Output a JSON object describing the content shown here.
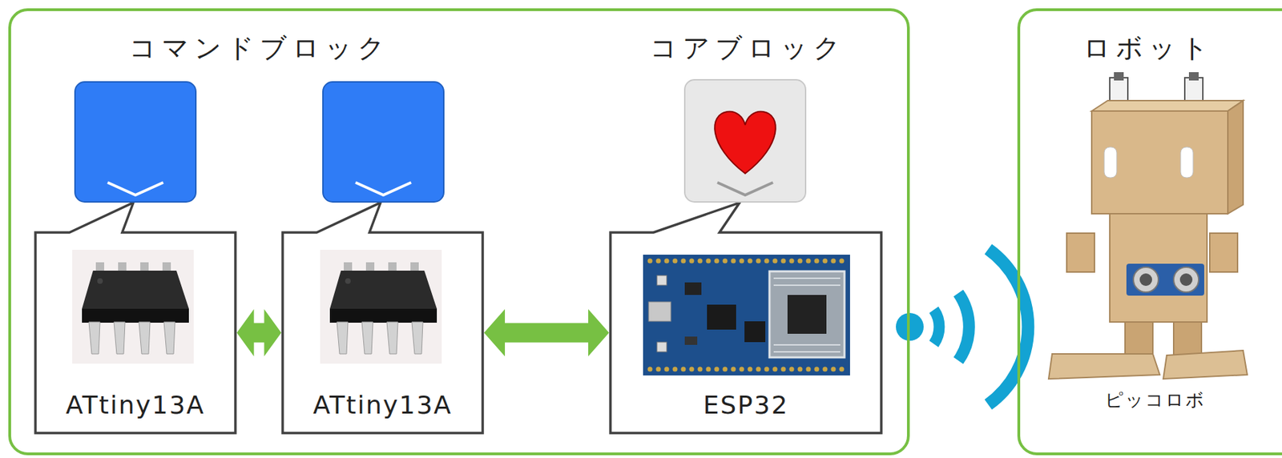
{
  "diagram": {
    "nodes": [
      {
        "text": [
          "コマンドブロック",
          "コアブロック"
        ]
      },
      {
        "text": [
          "ATtiny13A"
        ],
        "in": 0
      },
      {
        "text": [
          "ATtiny13A"
        ],
        "in": 0
      },
      {
        "text": [
          "ESP32"
        ],
        "in": 0
      },
      {
        "text": [
          "ロボット",
          "ピッコロボ"
        ]
      }
    ],
    "edges": [
      {
        "from": 1,
        "to": 2,
        "arrow": "both"
      },
      {
        "from": 2,
        "to": 3,
        "arrow": "both"
      }
    ]
  }
}
